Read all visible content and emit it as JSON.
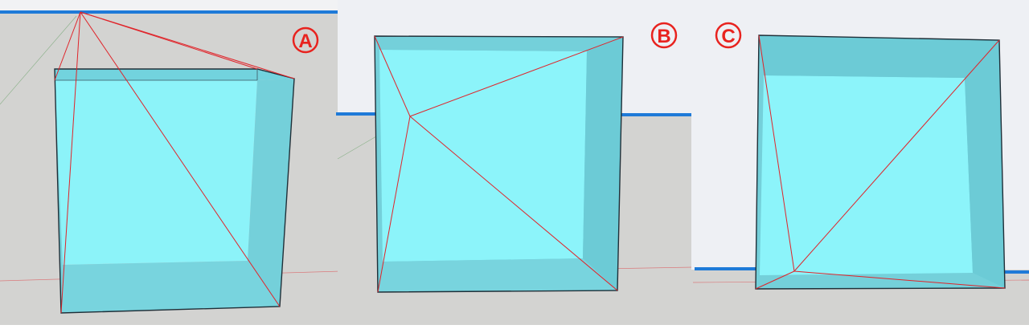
{
  "panels": [
    {
      "id": "A",
      "label": "A"
    },
    {
      "id": "B",
      "label": "B"
    },
    {
      "id": "C",
      "label": "C"
    }
  ],
  "colors": {
    "background_gray": "#cfcfcf",
    "sky_light": "#eef0f4",
    "horizon_blue": "#1e7ad8",
    "face_cyan": "#8cf4fa",
    "side_cyan": "#6fd0da",
    "edge_dark": "#1f2f38",
    "construction_red": "#e0242a",
    "label_red": "#e8231f"
  }
}
